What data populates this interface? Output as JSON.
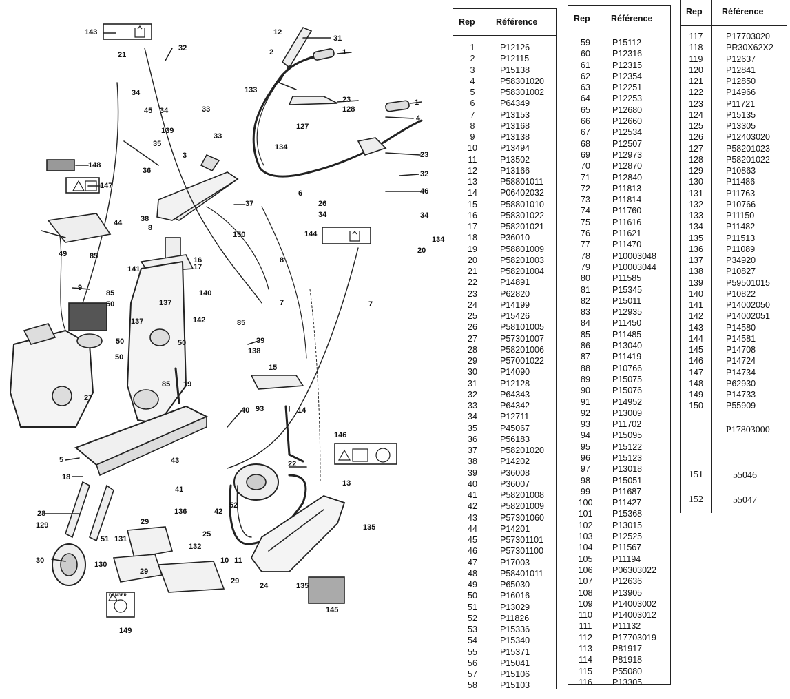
{
  "diagram": {
    "callouts": [
      "143",
      "12",
      "31",
      "32",
      "21",
      "2",
      "1",
      "34",
      "45",
      "34",
      "33",
      "133",
      "23",
      "128",
      "1",
      "139",
      "127",
      "4",
      "35",
      "33",
      "134",
      "36",
      "3",
      "23",
      "148",
      "147",
      "32",
      "6",
      "46",
      "37",
      "26",
      "44",
      "34",
      "38",
      "34",
      "8",
      "150",
      "144",
      "134",
      "49",
      "85",
      "20",
      "141",
      "16",
      "17",
      "8",
      "85",
      "140",
      "50",
      "137",
      "7",
      "7",
      "137",
      "142",
      "85",
      "9",
      "39",
      "50",
      "50",
      "138",
      "50",
      "15",
      "19",
      "85",
      "93",
      "14",
      "27",
      "40",
      "146",
      "5",
      "43",
      "22",
      "18",
      "13",
      "41",
      "42",
      "52",
      "135",
      "28",
      "136",
      "129",
      "51",
      "131",
      "25",
      "29",
      "132",
      "30",
      "130",
      "10",
      "11",
      "29",
      "24",
      "29",
      "135",
      "149",
      "145"
    ],
    "danger_label": "DANGER"
  },
  "table1": {
    "col_rep": "Rep",
    "col_ref": "Référence",
    "rows": [
      [
        "1",
        "P12126"
      ],
      [
        "2",
        "P12115"
      ],
      [
        "3",
        "P15138"
      ],
      [
        "4",
        "P58301020"
      ],
      [
        "5",
        "P58301002"
      ],
      [
        "6",
        "P64349"
      ],
      [
        "7",
        "P13153"
      ],
      [
        "8",
        "P13168"
      ],
      [
        "9",
        "P13138"
      ],
      [
        "10",
        "P13494"
      ],
      [
        "11",
        "P13502"
      ],
      [
        "12",
        "P13166"
      ],
      [
        "13",
        "P58801011"
      ],
      [
        "14",
        "P06402032"
      ],
      [
        "15",
        "P58801010"
      ],
      [
        "16",
        "P58301022"
      ],
      [
        "17",
        "P58201021"
      ],
      [
        "18",
        "P36010"
      ],
      [
        "19",
        "P58801009"
      ],
      [
        "20",
        "P58201003"
      ],
      [
        "21",
        "P58201004"
      ],
      [
        "22",
        "P14891"
      ],
      [
        "23",
        "P62820"
      ],
      [
        "24",
        "P14199"
      ],
      [
        "25",
        "P15426"
      ],
      [
        "26",
        "P58101005"
      ],
      [
        "27",
        "P57301007"
      ],
      [
        "28",
        "P58201006"
      ],
      [
        "29",
        "P57001022"
      ],
      [
        "30",
        "P14090"
      ],
      [
        "31",
        "P12128"
      ],
      [
        "32",
        "P64343"
      ],
      [
        "33",
        "P64342"
      ],
      [
        "34",
        "P12711"
      ],
      [
        "35",
        "P45067"
      ],
      [
        "36",
        "P56183"
      ],
      [
        "37",
        "P58201020"
      ],
      [
        "38",
        "P14202"
      ],
      [
        "39",
        "P36008"
      ],
      [
        "40",
        "P36007"
      ],
      [
        "41",
        "P58201008"
      ],
      [
        "42",
        "P58201009"
      ],
      [
        "43",
        "P57301060"
      ],
      [
        "44",
        "P14201"
      ],
      [
        "45",
        "P57301101"
      ],
      [
        "46",
        "P57301100"
      ],
      [
        "47",
        "P17003"
      ],
      [
        "48",
        "P58401011"
      ],
      [
        "49",
        "P65030"
      ],
      [
        "50",
        "P16016"
      ],
      [
        "51",
        "P13029"
      ],
      [
        "52",
        "P11826"
      ],
      [
        "53",
        "P15336"
      ],
      [
        "54",
        "P15340"
      ],
      [
        "55",
        "P15371"
      ],
      [
        "56",
        "P15041"
      ],
      [
        "57",
        "P15106"
      ],
      [
        "58",
        "P15103"
      ]
    ]
  },
  "table2": {
    "col_rep": "Rep",
    "col_ref": "Référence",
    "rows": [
      [
        "59",
        "P15112"
      ],
      [
        "60",
        "P12316"
      ],
      [
        "61",
        "P12315"
      ],
      [
        "62",
        "P12354"
      ],
      [
        "63",
        "P12251"
      ],
      [
        "64",
        "P12253"
      ],
      [
        "65",
        "P12680"
      ],
      [
        "66",
        "P12660"
      ],
      [
        "67",
        "P12534"
      ],
      [
        "68",
        "P12507"
      ],
      [
        "69",
        "P12973"
      ],
      [
        "70",
        "P12870"
      ],
      [
        "71",
        "P12840"
      ],
      [
        "72",
        "P11813"
      ],
      [
        "73",
        "P11814"
      ],
      [
        "74",
        "P11760"
      ],
      [
        "75",
        "P11616"
      ],
      [
        "76",
        "P11621"
      ],
      [
        "77",
        "P11470"
      ],
      [
        "78",
        "P10003048"
      ],
      [
        "79",
        "P10003044"
      ],
      [
        "80",
        "P11585"
      ],
      [
        "81",
        "P15345"
      ],
      [
        "82",
        "P15011"
      ],
      [
        "83",
        "P12935"
      ],
      [
        "84",
        "P11450"
      ],
      [
        "85",
        "P11485"
      ],
      [
        "86",
        "P13040"
      ],
      [
        "87",
        "P11419"
      ],
      [
        "88",
        "P10766"
      ],
      [
        "89",
        "P15075"
      ],
      [
        "90",
        "P15076"
      ],
      [
        "91",
        "P14952"
      ],
      [
        "92",
        "P13009"
      ],
      [
        "93",
        "P11702"
      ],
      [
        "94",
        "P15095"
      ],
      [
        "95",
        "P15122"
      ],
      [
        "96",
        "P15123"
      ],
      [
        "97",
        "P13018"
      ],
      [
        "98",
        "P15051"
      ],
      [
        "99",
        "P11687"
      ],
      [
        "100",
        "P11427"
      ],
      [
        "101",
        "P15368"
      ],
      [
        "102",
        "P13015"
      ],
      [
        "103",
        "P12525"
      ],
      [
        "104",
        "P11567"
      ],
      [
        "105",
        "P11194"
      ],
      [
        "106",
        "P06303022"
      ],
      [
        "107",
        "P12636"
      ],
      [
        "108",
        "P13905"
      ],
      [
        "109",
        "P14003002"
      ],
      [
        "110",
        "P14003012"
      ],
      [
        "111",
        "P11132"
      ],
      [
        "112",
        "P17703019"
      ],
      [
        "113",
        "P81917"
      ],
      [
        "114",
        "P81918"
      ],
      [
        "115",
        "P55080"
      ],
      [
        "116",
        "P13305"
      ]
    ]
  },
  "table3": {
    "col_rep": "Rep",
    "col_ref": "Référence",
    "rows": [
      [
        "117",
        "P17703020"
      ],
      [
        "118",
        "PR30X62X2"
      ],
      [
        "119",
        "P12637"
      ],
      [
        "120",
        "P12841"
      ],
      [
        "121",
        "P12850"
      ],
      [
        "122",
        "P14966"
      ],
      [
        "123",
        "P11721"
      ],
      [
        "124",
        "P15135"
      ],
      [
        "125",
        "P13305"
      ],
      [
        "126",
        "P12403020"
      ],
      [
        "127",
        "P58201023"
      ],
      [
        "128",
        "P58201022"
      ],
      [
        "129",
        "P10863"
      ],
      [
        "130",
        "P11486"
      ],
      [
        "131",
        "P11763"
      ],
      [
        "132",
        "P10766"
      ],
      [
        "133",
        "P11150"
      ],
      [
        "134",
        "P11482"
      ],
      [
        "135",
        "P11513"
      ],
      [
        "136",
        "P11089"
      ],
      [
        "137",
        "P34920"
      ],
      [
        "138",
        "P10827"
      ],
      [
        "139",
        "P59501015"
      ],
      [
        "140",
        "P10822"
      ],
      [
        "141",
        "P14002050"
      ],
      [
        "142",
        "P14002051"
      ],
      [
        "143",
        "P14580"
      ],
      [
        "144",
        "P14581"
      ],
      [
        "145",
        "P14708"
      ],
      [
        "146",
        "P14724"
      ],
      [
        "147",
        "P14734"
      ],
      [
        "148",
        "P62930"
      ],
      [
        "149",
        "P14733"
      ],
      [
        "150",
        "P55909"
      ]
    ],
    "handwritten": [
      {
        "rep": "",
        "ref": "P17803000"
      },
      {
        "rep": "151",
        "ref": "55046"
      },
      {
        "rep": "152",
        "ref": "55047"
      }
    ]
  }
}
